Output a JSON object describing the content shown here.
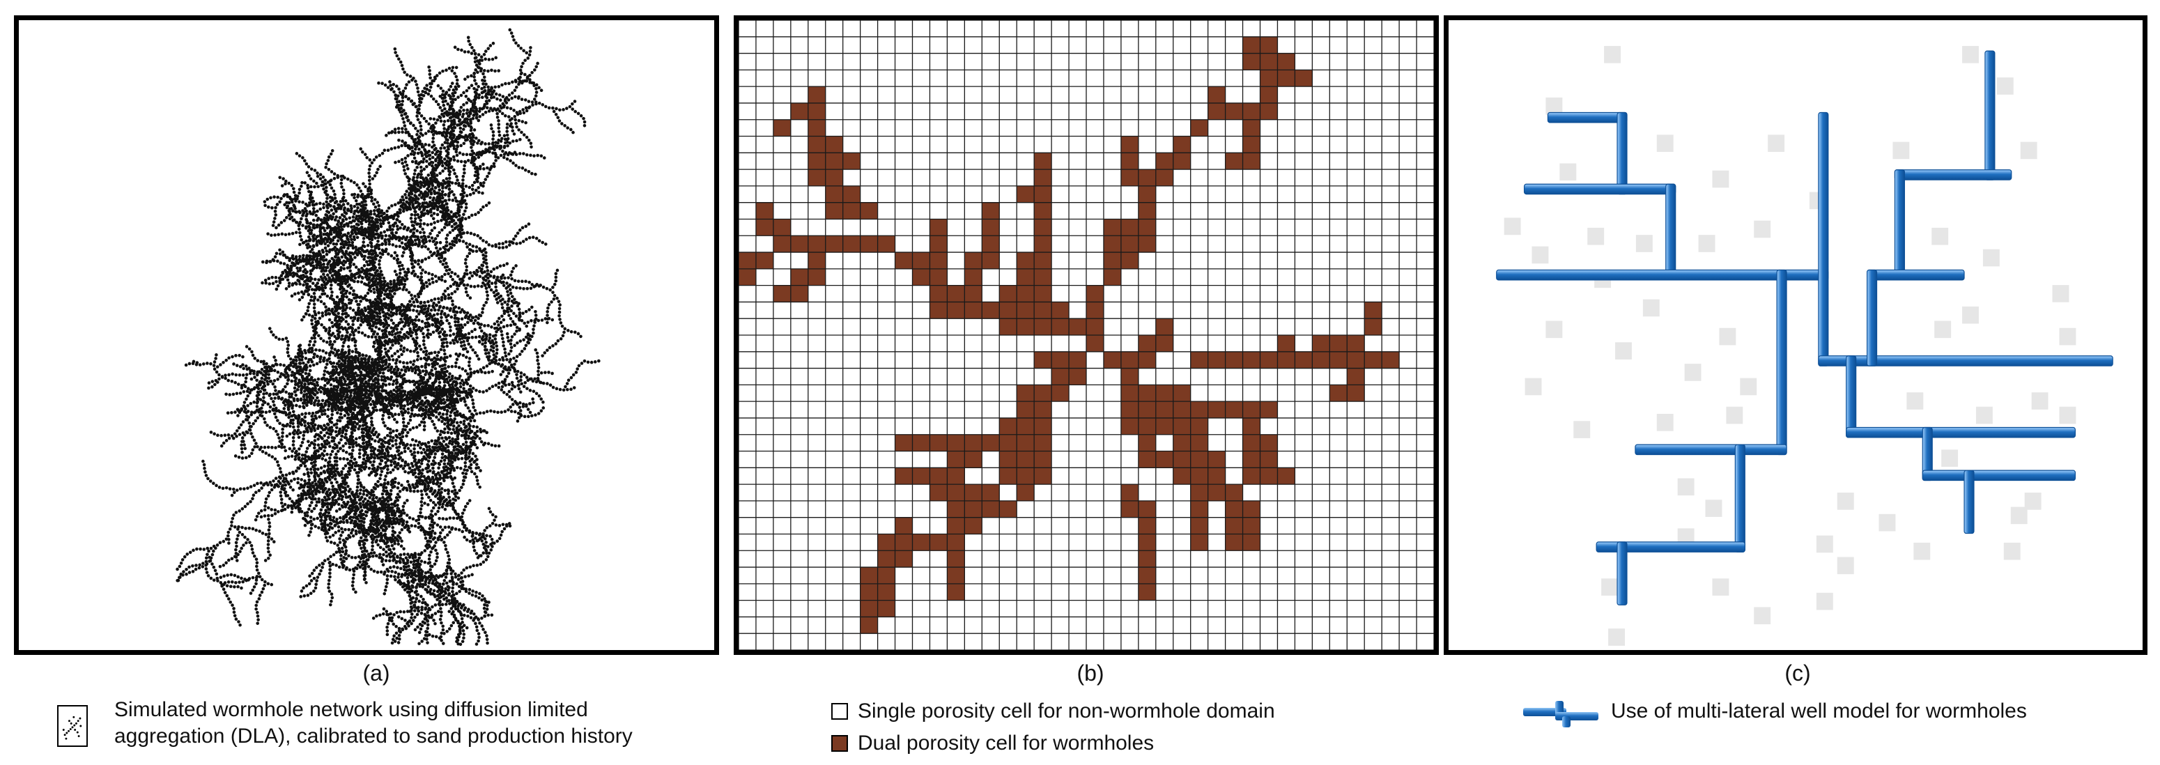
{
  "captions": {
    "a": "(a)",
    "b": "(b)",
    "c": "(c)"
  },
  "legend": {
    "a_line1": "Simulated wormhole network using diffusion limited",
    "a_line2": "aggregation (DLA), calibrated to sand production history",
    "b_single": "Single porosity cell for non-wormhole domain",
    "b_dual": "Dual porosity cell for wormholes",
    "c_model": "Use of multi-lateral well model for wormholes"
  },
  "colors": {
    "dual_cell": "#7b3a22",
    "grid_line": "#1a1a1a",
    "pipe": "#1f6fc0",
    "pipe_edge": "#0d4f96",
    "faint_cell": "#e6e6e6"
  },
  "grid": {
    "cols": 40,
    "rows": 38
  },
  "dual_cells": [
    [
      29,
      1
    ],
    [
      30,
      1
    ],
    [
      29,
      2
    ],
    [
      30,
      2
    ],
    [
      31,
      2
    ],
    [
      30,
      3
    ],
    [
      31,
      3
    ],
    [
      32,
      3
    ],
    [
      4,
      4
    ],
    [
      27,
      4
    ],
    [
      30,
      4
    ],
    [
      3,
      5
    ],
    [
      4,
      5
    ],
    [
      27,
      5
    ],
    [
      28,
      5
    ],
    [
      29,
      5
    ],
    [
      30,
      5
    ],
    [
      2,
      6
    ],
    [
      4,
      6
    ],
    [
      26,
      6
    ],
    [
      29,
      6
    ],
    [
      4,
      7
    ],
    [
      5,
      7
    ],
    [
      22,
      7
    ],
    [
      25,
      7
    ],
    [
      29,
      7
    ],
    [
      4,
      8
    ],
    [
      5,
      8
    ],
    [
      6,
      8
    ],
    [
      17,
      8
    ],
    [
      22,
      8
    ],
    [
      24,
      8
    ],
    [
      25,
      8
    ],
    [
      28,
      8
    ],
    [
      29,
      8
    ],
    [
      4,
      9
    ],
    [
      5,
      9
    ],
    [
      17,
      9
    ],
    [
      22,
      9
    ],
    [
      23,
      9
    ],
    [
      24,
      9
    ],
    [
      5,
      10
    ],
    [
      6,
      10
    ],
    [
      16,
      10
    ],
    [
      17,
      10
    ],
    [
      23,
      10
    ],
    [
      1,
      11
    ],
    [
      5,
      11
    ],
    [
      6,
      11
    ],
    [
      7,
      11
    ],
    [
      14,
      11
    ],
    [
      17,
      11
    ],
    [
      23,
      11
    ],
    [
      1,
      12
    ],
    [
      2,
      12
    ],
    [
      11,
      12
    ],
    [
      14,
      12
    ],
    [
      17,
      12
    ],
    [
      21,
      12
    ],
    [
      22,
      12
    ],
    [
      23,
      12
    ],
    [
      2,
      13
    ],
    [
      3,
      13
    ],
    [
      4,
      13
    ],
    [
      5,
      13
    ],
    [
      6,
      13
    ],
    [
      7,
      13
    ],
    [
      8,
      13
    ],
    [
      11,
      13
    ],
    [
      14,
      13
    ],
    [
      17,
      13
    ],
    [
      21,
      13
    ],
    [
      22,
      13
    ],
    [
      23,
      13
    ],
    [
      0,
      14
    ],
    [
      1,
      14
    ],
    [
      4,
      14
    ],
    [
      9,
      14
    ],
    [
      10,
      14
    ],
    [
      11,
      14
    ],
    [
      13,
      14
    ],
    [
      14,
      14
    ],
    [
      16,
      14
    ],
    [
      17,
      14
    ],
    [
      21,
      14
    ],
    [
      22,
      14
    ],
    [
      0,
      15
    ],
    [
      3,
      15
    ],
    [
      4,
      15
    ],
    [
      10,
      15
    ],
    [
      11,
      15
    ],
    [
      13,
      15
    ],
    [
      16,
      15
    ],
    [
      17,
      15
    ],
    [
      21,
      15
    ],
    [
      2,
      16
    ],
    [
      3,
      16
    ],
    [
      11,
      16
    ],
    [
      12,
      16
    ],
    [
      13,
      16
    ],
    [
      15,
      16
    ],
    [
      16,
      16
    ],
    [
      17,
      16
    ],
    [
      20,
      16
    ],
    [
      11,
      17
    ],
    [
      12,
      17
    ],
    [
      13,
      17
    ],
    [
      14,
      17
    ],
    [
      15,
      17
    ],
    [
      16,
      17
    ],
    [
      17,
      17
    ],
    [
      18,
      17
    ],
    [
      20,
      17
    ],
    [
      36,
      17
    ],
    [
      15,
      18
    ],
    [
      16,
      18
    ],
    [
      17,
      18
    ],
    [
      18,
      18
    ],
    [
      19,
      18
    ],
    [
      20,
      18
    ],
    [
      24,
      18
    ],
    [
      36,
      18
    ],
    [
      20,
      19
    ],
    [
      23,
      19
    ],
    [
      24,
      19
    ],
    [
      31,
      19
    ],
    [
      33,
      19
    ],
    [
      34,
      19
    ],
    [
      35,
      19
    ],
    [
      17,
      20
    ],
    [
      18,
      20
    ],
    [
      19,
      20
    ],
    [
      21,
      20
    ],
    [
      22,
      20
    ],
    [
      23,
      20
    ],
    [
      26,
      20
    ],
    [
      27,
      20
    ],
    [
      28,
      20
    ],
    [
      29,
      20
    ],
    [
      30,
      20
    ],
    [
      31,
      20
    ],
    [
      32,
      20
    ],
    [
      33,
      20
    ],
    [
      34,
      20
    ],
    [
      35,
      20
    ],
    [
      36,
      20
    ],
    [
      37,
      20
    ],
    [
      18,
      21
    ],
    [
      19,
      21
    ],
    [
      22,
      21
    ],
    [
      35,
      21
    ],
    [
      16,
      22
    ],
    [
      17,
      22
    ],
    [
      18,
      22
    ],
    [
      22,
      22
    ],
    [
      23,
      22
    ],
    [
      24,
      22
    ],
    [
      25,
      22
    ],
    [
      34,
      22
    ],
    [
      35,
      22
    ],
    [
      16,
      23
    ],
    [
      17,
      23
    ],
    [
      22,
      23
    ],
    [
      23,
      23
    ],
    [
      24,
      23
    ],
    [
      25,
      23
    ],
    [
      26,
      23
    ],
    [
      27,
      23
    ],
    [
      28,
      23
    ],
    [
      29,
      23
    ],
    [
      30,
      23
    ],
    [
      15,
      24
    ],
    [
      16,
      24
    ],
    [
      17,
      24
    ],
    [
      22,
      24
    ],
    [
      23,
      24
    ],
    [
      24,
      24
    ],
    [
      25,
      24
    ],
    [
      26,
      24
    ],
    [
      29,
      24
    ],
    [
      9,
      25
    ],
    [
      10,
      25
    ],
    [
      11,
      25
    ],
    [
      12,
      25
    ],
    [
      13,
      25
    ],
    [
      14,
      25
    ],
    [
      15,
      25
    ],
    [
      16,
      25
    ],
    [
      17,
      25
    ],
    [
      23,
      25
    ],
    [
      25,
      25
    ],
    [
      26,
      25
    ],
    [
      29,
      25
    ],
    [
      30,
      25
    ],
    [
      12,
      26
    ],
    [
      13,
      26
    ],
    [
      15,
      26
    ],
    [
      16,
      26
    ],
    [
      17,
      26
    ],
    [
      23,
      26
    ],
    [
      24,
      26
    ],
    [
      25,
      26
    ],
    [
      26,
      26
    ],
    [
      27,
      26
    ],
    [
      29,
      26
    ],
    [
      30,
      26
    ],
    [
      9,
      27
    ],
    [
      10,
      27
    ],
    [
      11,
      27
    ],
    [
      12,
      27
    ],
    [
      15,
      27
    ],
    [
      16,
      27
    ],
    [
      17,
      27
    ],
    [
      25,
      27
    ],
    [
      26,
      27
    ],
    [
      27,
      27
    ],
    [
      29,
      27
    ],
    [
      30,
      27
    ],
    [
      31,
      27
    ],
    [
      11,
      28
    ],
    [
      12,
      28
    ],
    [
      13,
      28
    ],
    [
      14,
      28
    ],
    [
      16,
      28
    ],
    [
      22,
      28
    ],
    [
      26,
      28
    ],
    [
      27,
      28
    ],
    [
      28,
      28
    ],
    [
      12,
      29
    ],
    [
      13,
      29
    ],
    [
      14,
      29
    ],
    [
      15,
      29
    ],
    [
      22,
      29
    ],
    [
      23,
      29
    ],
    [
      26,
      29
    ],
    [
      28,
      29
    ],
    [
      29,
      29
    ],
    [
      9,
      30
    ],
    [
      12,
      30
    ],
    [
      13,
      30
    ],
    [
      23,
      30
    ],
    [
      26,
      30
    ],
    [
      28,
      30
    ],
    [
      29,
      30
    ],
    [
      8,
      31
    ],
    [
      9,
      31
    ],
    [
      10,
      31
    ],
    [
      11,
      31
    ],
    [
      12,
      31
    ],
    [
      23,
      31
    ],
    [
      26,
      31
    ],
    [
      28,
      31
    ],
    [
      29,
      31
    ],
    [
      8,
      32
    ],
    [
      9,
      32
    ],
    [
      12,
      32
    ],
    [
      23,
      32
    ],
    [
      7,
      33
    ],
    [
      8,
      33
    ],
    [
      12,
      33
    ],
    [
      23,
      33
    ],
    [
      7,
      34
    ],
    [
      8,
      34
    ],
    [
      12,
      34
    ],
    [
      23,
      34
    ],
    [
      7,
      35
    ],
    [
      8,
      35
    ],
    [
      7,
      36
    ]
  ],
  "pipes": [
    [
      "h",
      1135,
      1185,
      98
    ],
    [
      "v",
      1185,
      98,
      148
    ],
    [
      "h",
      1118,
      1220,
      148
    ],
    [
      "v",
      1220,
      148,
      208
    ],
    [
      "h",
      1098,
      1330,
      208
    ],
    [
      "v",
      1330,
      98,
      268
    ],
    [
      "h",
      1330,
      1535,
      268
    ],
    [
      "v",
      1450,
      55,
      138
    ],
    [
      "h",
      1385,
      1462,
      138
    ],
    [
      "v",
      1385,
      138,
      208
    ],
    [
      "h",
      1365,
      1428,
      208
    ],
    [
      "v",
      1365,
      208,
      268
    ],
    [
      "v",
      1300,
      208,
      330
    ],
    [
      "v",
      1350,
      268,
      318
    ],
    [
      "h",
      1350,
      1508,
      318
    ],
    [
      "v",
      1405,
      318,
      348
    ],
    [
      "h",
      1405,
      1508,
      348
    ],
    [
      "v",
      1435,
      348,
      385
    ],
    [
      "h",
      1198,
      1300,
      330
    ],
    [
      "v",
      1270,
      330,
      398
    ],
    [
      "h",
      1170,
      1270,
      398
    ],
    [
      "v",
      1185,
      398,
      435
    ]
  ],
  "faint_cells": [
    [
      1172,
      48
    ],
    [
      1430,
      48
    ],
    [
      1455,
      70
    ],
    [
      1130,
      84
    ],
    [
      1210,
      110
    ],
    [
      1290,
      110
    ],
    [
      1380,
      115
    ],
    [
      1472,
      115
    ],
    [
      1140,
      130
    ],
    [
      1250,
      135
    ],
    [
      1320,
      150
    ],
    [
      1160,
      175
    ],
    [
      1195,
      180
    ],
    [
      1240,
      180
    ],
    [
      1280,
      170
    ],
    [
      1408,
      175
    ],
    [
      1100,
      168
    ],
    [
      1120,
      188
    ],
    [
      1200,
      225
    ],
    [
      1130,
      240
    ],
    [
      1255,
      245
    ],
    [
      1410,
      240
    ],
    [
      1430,
      230
    ],
    [
      1500,
      245
    ],
    [
      1180,
      255
    ],
    [
      1270,
      280
    ],
    [
      1390,
      290
    ],
    [
      1480,
      290
    ],
    [
      1210,
      305
    ],
    [
      1260,
      300
    ],
    [
      1440,
      300
    ],
    [
      1500,
      300
    ],
    [
      1225,
      350
    ],
    [
      1245,
      365
    ],
    [
      1340,
      360
    ],
    [
      1370,
      375
    ],
    [
      1465,
      370
    ],
    [
      1225,
      385
    ],
    [
      1340,
      405
    ],
    [
      1395,
      395
    ],
    [
      1460,
      395
    ],
    [
      1170,
      420
    ],
    [
      1250,
      420
    ],
    [
      1325,
      430
    ],
    [
      1280,
      440
    ],
    [
      1175,
      455
    ],
    [
      1475,
      360
    ],
    [
      1150,
      310
    ],
    [
      1115,
      280
    ],
    [
      1495,
      215
    ],
    [
      1445,
      190
    ],
    [
      1165,
      205
    ],
    [
      1325,
      390
    ],
    [
      1230,
      270
    ],
    [
      1415,
      330
    ]
  ]
}
